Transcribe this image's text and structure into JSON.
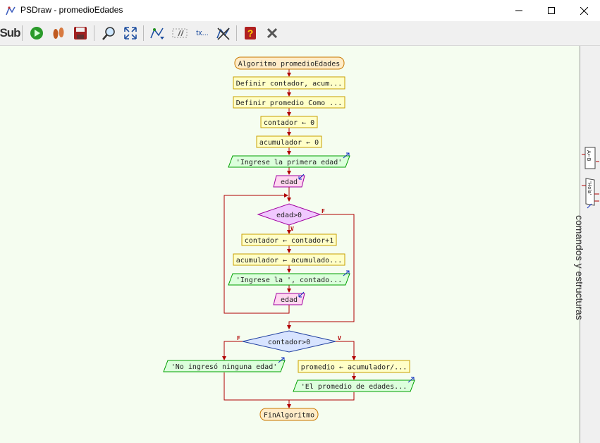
{
  "window": {
    "title": "PSDraw - promedioEdades"
  },
  "toolbar": {
    "sub_label": "Sub",
    "text_label": "tx..."
  },
  "side_panel": {
    "label": "comandos y estructuras",
    "tool_assign": "A←B",
    "tool_write": "'Hola'"
  },
  "flowchart": {
    "start": "Algoritmo promedioEdades",
    "def1": "Definir contador, acum...",
    "def2": "Definir promedio Como ...",
    "assign_contador": "contador ← 0",
    "assign_acumulador": "acumulador ← 0",
    "write_prompt1": "'Ingrese la primera edad'",
    "read_edad1": "edad",
    "while_cond": "edad>0",
    "while_false": "F",
    "while_true": "V",
    "inc_contador": "contador ← contador+1",
    "inc_acumulador": "acumulador ← acumulado...",
    "write_prompt2": "'Ingrese la ', contado...",
    "read_edad2": "edad",
    "if_cond": "contador>0",
    "if_false": "F",
    "if_true": "V",
    "write_none": "'No ingresó ninguna edad'",
    "assign_promedio": "promedio ← acumulador/...",
    "write_result": "'El promedio de edades...",
    "end": "FinAlgoritmo"
  },
  "colors": {
    "process_fill": "#ffffc8",
    "process_stroke": "#c8a000",
    "io_fill": "#dcffdc",
    "io_stroke": "#00a000",
    "read_fill": "#ffd6f0",
    "read_stroke": "#a000a0",
    "diamond_while": "#f0c8ff",
    "diamond_if": "#d8e4ff",
    "terminal_fill": "#ffecc8",
    "terminal_stroke": "#c87800",
    "arrow": "#b00000"
  }
}
